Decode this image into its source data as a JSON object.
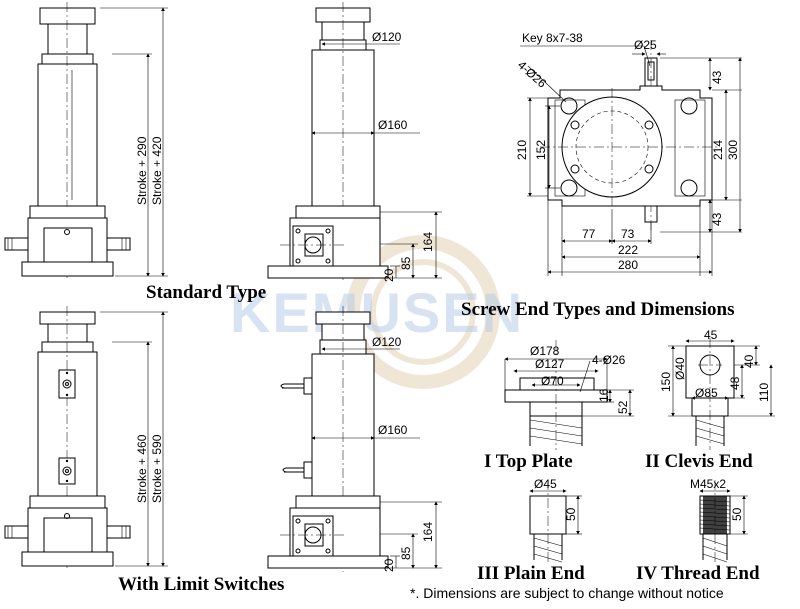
{
  "watermark": "KEMUSEN",
  "captions": {
    "standard": "Standard Type",
    "limit": "With Limit Switches",
    "screw_ends": "Screw End Types and Dimensions",
    "top_plate": "I  Top Plate",
    "clevis": "II  Clevis End",
    "plain": "III  Plain End",
    "thread": "IV  Thread End",
    "note": "*. Dimensions are subject to change without notice"
  },
  "standard_dims": {
    "stroke_a": "Stroke + 290",
    "stroke_b": "Stroke + 420",
    "d120": "Ø120",
    "d160": "Ø160",
    "h164": "164",
    "h85": "85",
    "h20": "20"
  },
  "limit_dims": {
    "stroke_a": "Stroke + 460",
    "stroke_b": "Stroke + 590",
    "d120": "Ø120",
    "d160": "Ø160",
    "h164": "164",
    "h85": "85",
    "h20": "20"
  },
  "top_view_dims": {
    "key": "Key 8x7-38",
    "d25": "Ø25",
    "holes": "4-Ø26",
    "h43a": "43",
    "h214": "214",
    "h300": "300",
    "h43b": "43",
    "h210": "210",
    "h152": "152",
    "w77": "77",
    "w73": "73",
    "w222": "222",
    "w280": "280"
  },
  "top_plate_dims": {
    "d178": "Ø178",
    "d127": "Ø127",
    "d70": "Ø70",
    "holes": "4-Ø26",
    "h16": "16",
    "h52": "52"
  },
  "clevis_dims": {
    "w45": "45",
    "d40": "Ø40",
    "h40": "40",
    "h48": "48",
    "h150": "150",
    "h110": "110",
    "d85": "Ø85"
  },
  "plain_dims": {
    "d45": "Ø45",
    "h50": "50"
  },
  "thread_dims": {
    "m45": "M45x2",
    "h50": "50"
  },
  "colors": {
    "line": "#000000",
    "watermark": "#b8cce8",
    "background": "#ffffff"
  }
}
